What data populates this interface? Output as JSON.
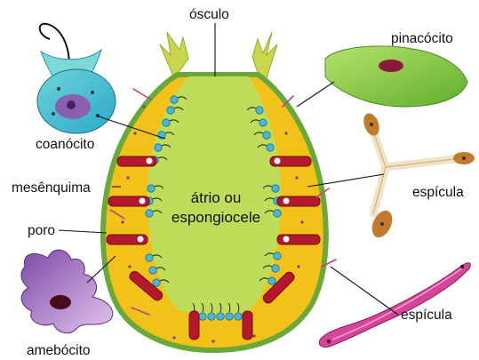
{
  "diagram": {
    "labels": {
      "osculo": "ósculo",
      "pinacocito": "pinacócito",
      "coanocito": "coanócito",
      "mesenquima": "mesênquima",
      "espicula_triaxon": "espícula",
      "poro": "poro",
      "atrio_line1": "átrio ou",
      "atrio_line2": "espongiocele",
      "espicula_monaxon": "espícula",
      "amebocito": "amebócito"
    },
    "colors": {
      "body_yellow": "#f2c21a",
      "atrium_green": "#bfdc5a",
      "pinacoderm_green": "#8cc63f",
      "choanocyte_blue": "#4ab6d8",
      "pore_red": "#b5182b",
      "amoebocyte_purple": "#9a62b8",
      "spicule_pink": "#d6459a",
      "spicule_brown": "#c27a2c"
    }
  }
}
